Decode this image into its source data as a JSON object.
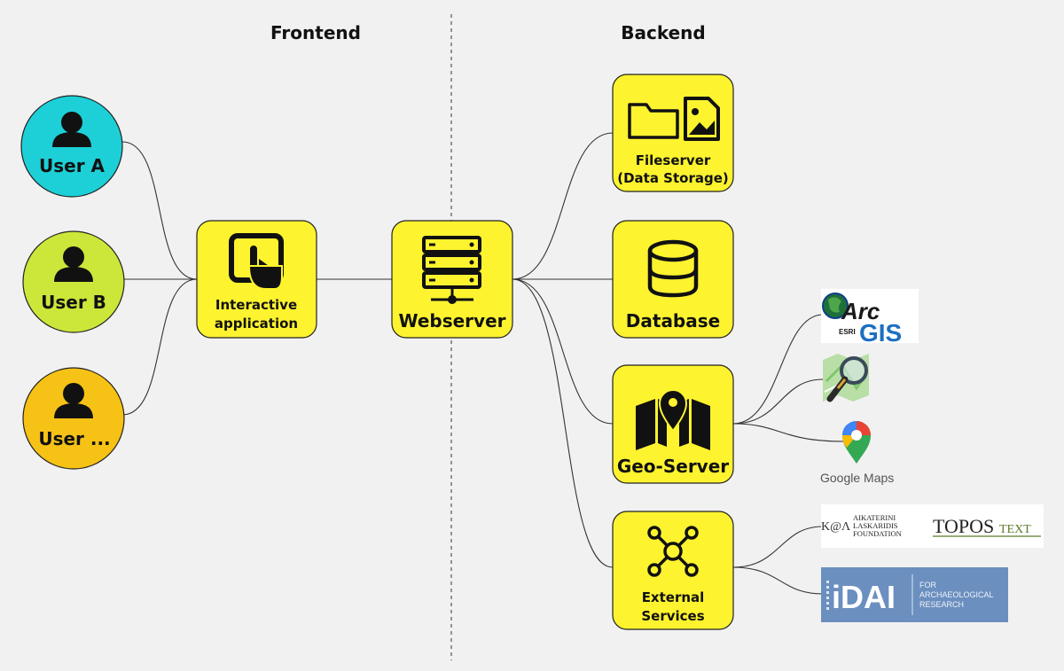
{
  "headers": {
    "frontend": "Frontend",
    "backend": "Backend"
  },
  "users": [
    {
      "label": "User A",
      "color": "#1dd0d8"
    },
    {
      "label": "User B",
      "color": "#cde63a"
    },
    {
      "label": "User ...",
      "color": "#f6c215"
    }
  ],
  "nodes": {
    "app": {
      "line1": "Interactive",
      "line2": "application"
    },
    "webserver": {
      "label": "Webserver"
    },
    "fileserver": {
      "line1": "Fileserver",
      "line2": "(Data Storage)"
    },
    "database": {
      "label": "Database"
    },
    "geoserver": {
      "label": "Geo-Server"
    },
    "external": {
      "line1": "External",
      "line2": "Services"
    }
  },
  "logos": {
    "arcgis": {
      "arc": "Arc",
      "gis": "GIS",
      "esri": "ESRI"
    },
    "google_maps": {
      "text": "Google Maps"
    },
    "laskaridis": {
      "mono": "Κ@Λ",
      "line1": "AIKATERINI",
      "line2": "LASKARIDIS",
      "line3": "FOUNDATION"
    },
    "topos": {
      "main": "TOPOS",
      "sub": "TEXT"
    },
    "idai": {
      "mark": "iDAI",
      "line1": "FOR",
      "line2": "ARCHAEOLOGICAL",
      "line3": "RESEARCH"
    }
  },
  "colors": {
    "node_fill": "#fdf32f",
    "background": "#f1f1f1"
  }
}
